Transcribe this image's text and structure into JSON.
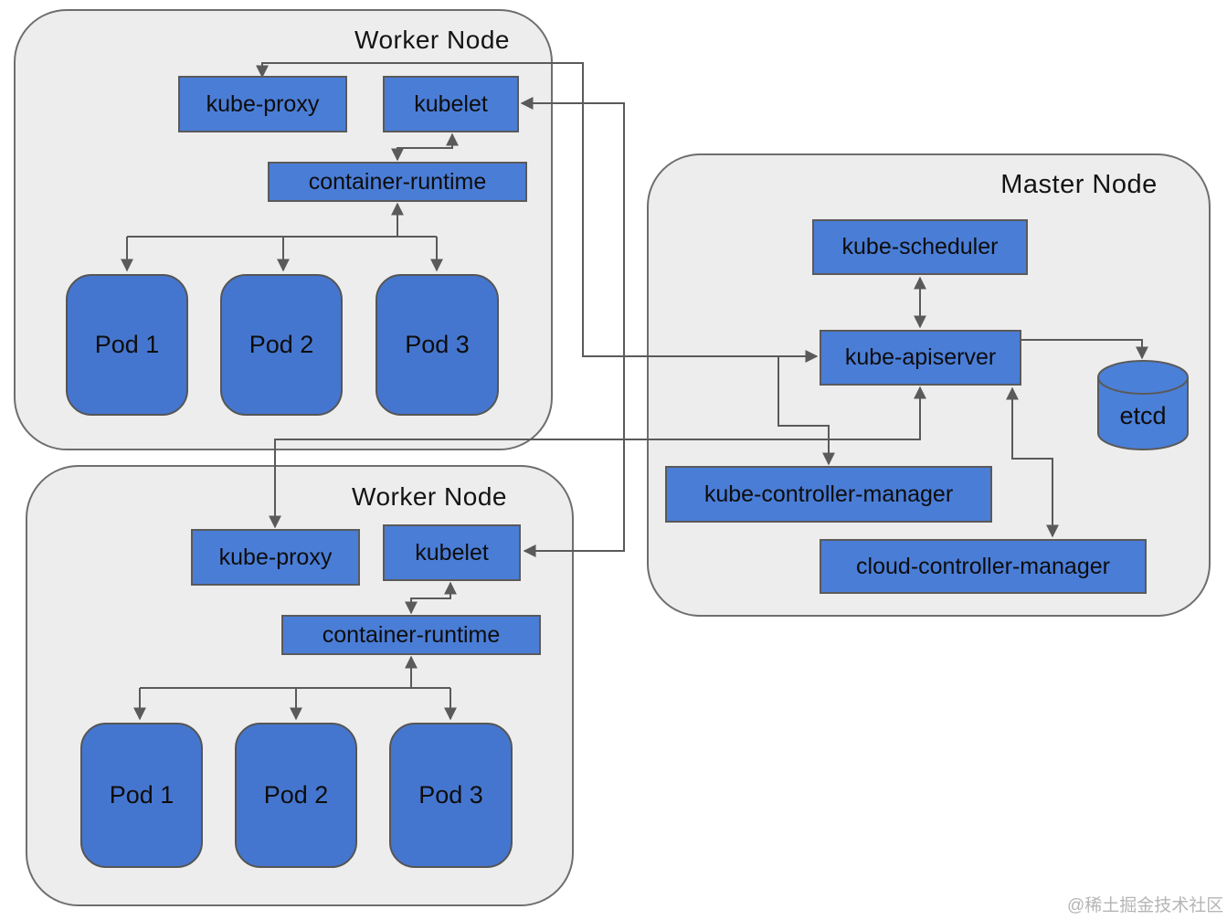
{
  "diagram": {
    "watermark": "@稀土掘金技术社区",
    "colors": {
      "node_fill": "#ededed",
      "node_border": "#6e6e6e",
      "box_fill": "#4a7dd6",
      "pod_fill": "#4576cf",
      "box_border": "#5a5a5a",
      "line": "#5a5a5a",
      "text": "#0d0d0d",
      "watermark_color": "#b5b5b5"
    },
    "worker_node_1": {
      "title": "Worker Node",
      "kube_proxy": "kube-proxy",
      "kubelet": "kubelet",
      "container_runtime": "container-runtime",
      "pods": [
        "Pod 1",
        "Pod 2",
        "Pod 3"
      ]
    },
    "worker_node_2": {
      "title": "Worker Node",
      "kube_proxy": "kube-proxy",
      "kubelet": "kubelet",
      "container_runtime": "container-runtime",
      "pods": [
        "Pod 1",
        "Pod 2",
        "Pod 3"
      ]
    },
    "master_node": {
      "title": "Master Node",
      "kube_scheduler": "kube-scheduler",
      "kube_apiserver": "kube-apiserver",
      "etcd": "etcd",
      "kube_controller_manager": "kube-controller-manager",
      "cloud_controller_manager": "cloud-controller-manager"
    }
  }
}
